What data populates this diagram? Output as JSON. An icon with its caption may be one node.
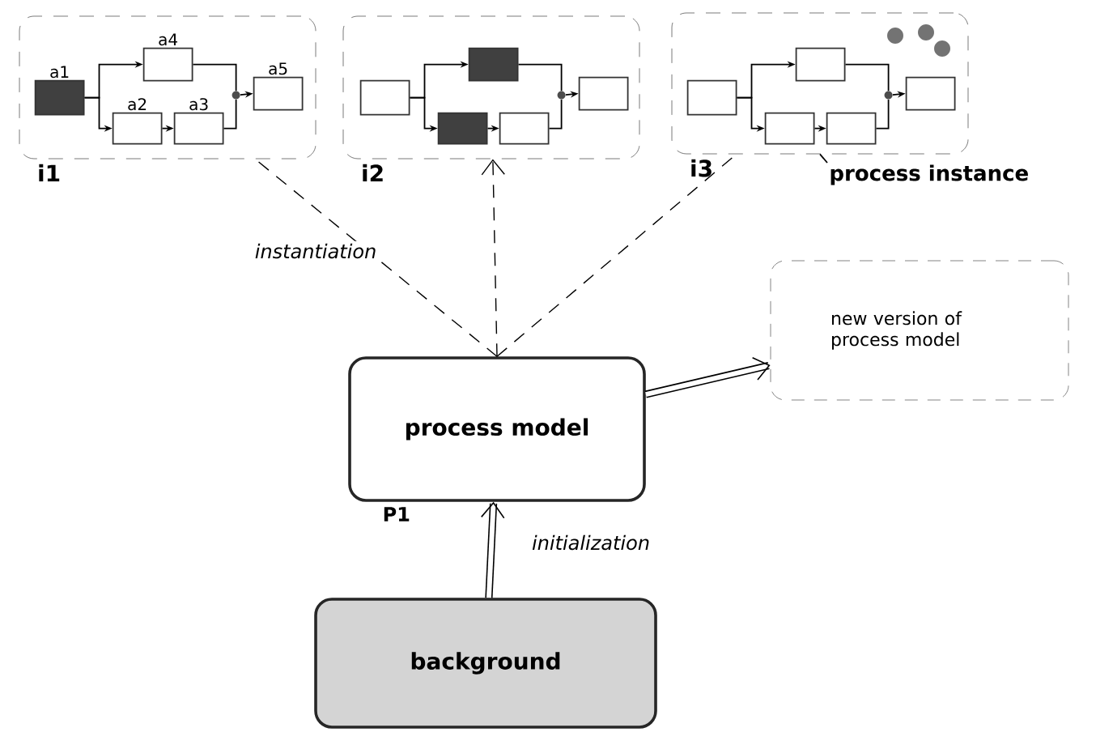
{
  "diagram": {
    "nodes": [
      {
        "text": [
          "i1"
        ]
      },
      {
        "text": [
          "a1"
        ],
        "in": 0
      },
      {
        "text": [
          "a4"
        ],
        "in": 0
      },
      {
        "text": [
          "a2"
        ],
        "in": 0
      },
      {
        "text": [
          "a3"
        ],
        "in": 0
      },
      {
        "text": [],
        "shape": "circle",
        "in": 0
      },
      {
        "text": [
          "a5"
        ],
        "in": 0
      },
      {
        "text": [
          "i2"
        ]
      },
      {
        "text": [],
        "shape": "box",
        "in": 7
      },
      {
        "text": [],
        "shape": "box",
        "in": 7
      },
      {
        "text": [],
        "shape": "box",
        "in": 7
      },
      {
        "text": [],
        "shape": "box",
        "in": 7
      },
      {
        "text": [],
        "shape": "circle",
        "in": 7
      },
      {
        "text": [],
        "shape": "box",
        "in": 7
      },
      {
        "text": [
          "i3"
        ]
      },
      {
        "text": [],
        "shape": "box",
        "in": 14
      },
      {
        "text": [],
        "shape": "box",
        "in": 14
      },
      {
        "text": [],
        "shape": "box",
        "in": 14
      },
      {
        "text": [],
        "shape": "box",
        "in": 14
      },
      {
        "text": [],
        "shape": "circle",
        "in": 14
      },
      {
        "text": [],
        "shape": "box",
        "in": 14
      },
      {
        "text": [
          "process instance"
        ]
      },
      {
        "text": [
          "process model"
        ],
        "beside": [
          "P1"
        ]
      },
      {
        "text": [
          "new version of process model"
        ]
      },
      {
        "text": [
          "background"
        ]
      }
    ],
    "edges": [
      {
        "from": 1,
        "to": 2,
        "arrow": "to"
      },
      {
        "from": 1,
        "to": 3,
        "arrow": "to"
      },
      {
        "from": 3,
        "to": 4,
        "arrow": "to"
      },
      {
        "from": 2,
        "to": 5,
        "arrow": "none"
      },
      {
        "from": 4,
        "to": 5,
        "arrow": "none"
      },
      {
        "from": 5,
        "to": 6,
        "arrow": "to"
      },
      {
        "from": 8,
        "to": 9,
        "arrow": "to"
      },
      {
        "from": 8,
        "to": 10,
        "arrow": "to"
      },
      {
        "from": 10,
        "to": 11,
        "arrow": "to"
      },
      {
        "from": 9,
        "to": 12,
        "arrow": "none"
      },
      {
        "from": 11,
        "to": 12,
        "arrow": "none"
      },
      {
        "from": 12,
        "to": 13,
        "arrow": "to"
      },
      {
        "from": 15,
        "to": 16,
        "arrow": "to"
      },
      {
        "from": 15,
        "to": 17,
        "arrow": "to"
      },
      {
        "from": 17,
        "to": 18,
        "arrow": "to"
      },
      {
        "from": 16,
        "to": 19,
        "arrow": "none"
      },
      {
        "from": 18,
        "to": 19,
        "arrow": "none"
      },
      {
        "from": 19,
        "to": 20,
        "arrow": "to"
      },
      {
        "from": 22,
        "to": 0,
        "arrow": "none",
        "style": "dashed",
        "label": "instantiation"
      },
      {
        "from": 22,
        "to": 7,
        "arrow": "to",
        "style": "dashed"
      },
      {
        "from": 22,
        "to": 14,
        "arrow": "none",
        "style": "dashed"
      },
      {
        "from": 21,
        "to": 14,
        "arrow": "none"
      },
      {
        "from": 22,
        "to": 23,
        "arrow": "to",
        "style": "thick"
      },
      {
        "from": 24,
        "to": 22,
        "arrow": "to",
        "style": "thick",
        "label": "initialization"
      }
    ]
  }
}
